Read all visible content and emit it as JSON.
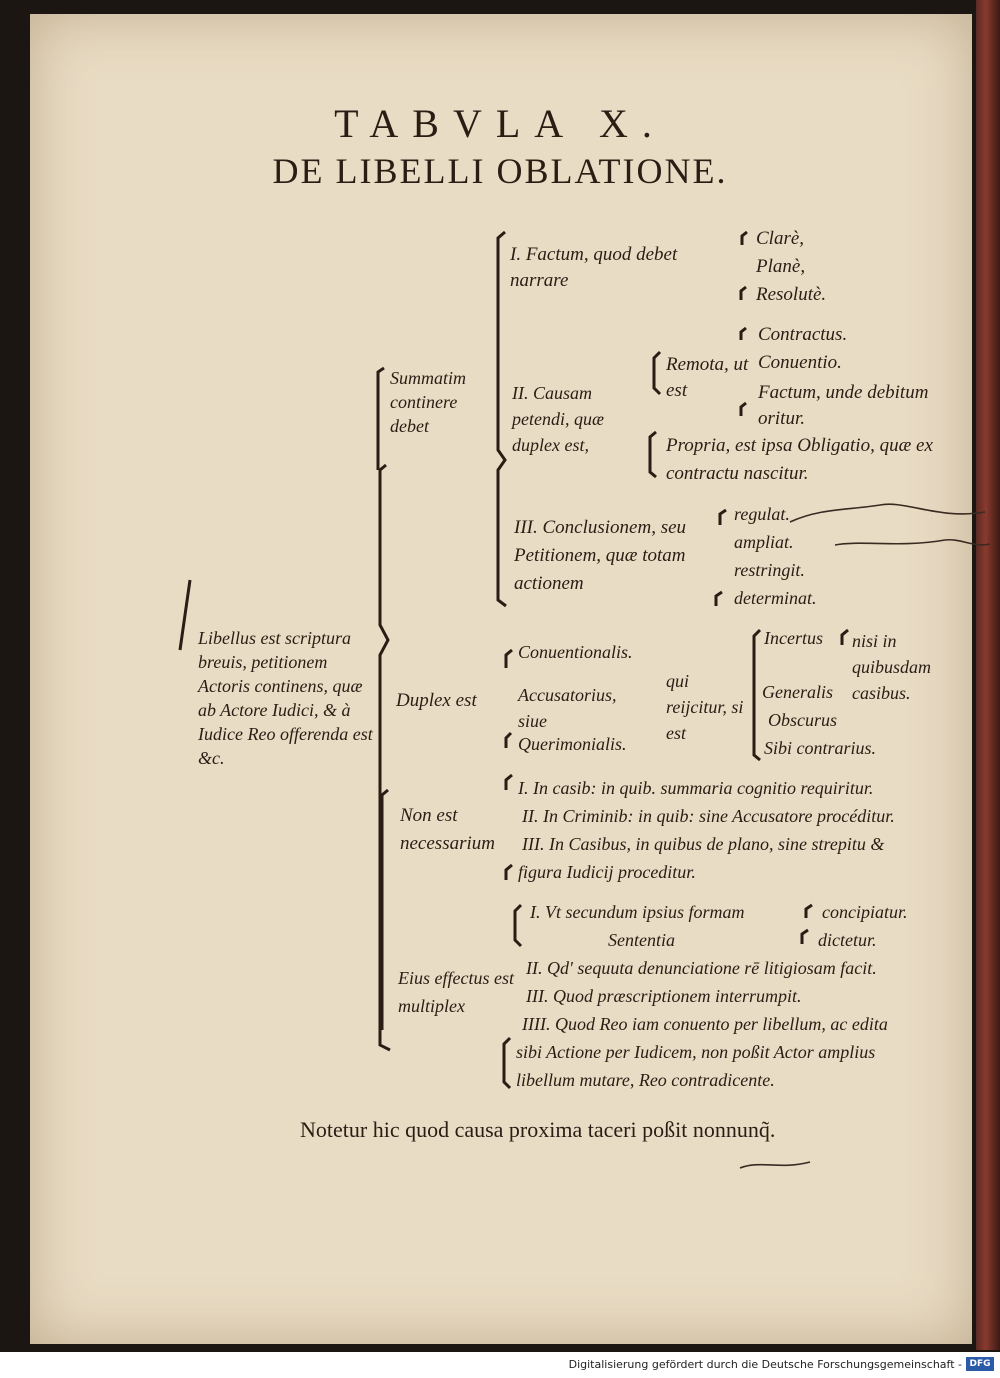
{
  "title": "TABVLA X.",
  "subtitle": "DE LIBELLI OBLATIONE.",
  "root": "Libellus est scriptura breuis, petitionem Actoris continens, quæ ab Actore Iudici, & à Iudice Reo offerenda est &c.",
  "summatim": {
    "label": "Summatim continere debet",
    "factum": "I. Factum, quod debet narrare",
    "factum_opts": [
      "Clarè,",
      "Planè,",
      "Resolutè."
    ],
    "causam": "II. Causam petendi, quæ duplex est,",
    "remota": "Remota, ut est",
    "remota_opts": [
      "Contractus.",
      "Conuentio.",
      "Factum, unde debitum oritur."
    ],
    "propria": "Propria, est ipsa Obligatio, quæ ex contractu nascitur.",
    "conclusionem": "III. Conclusionem, seu Petitionem, quæ totam actionem",
    "concl_opts": [
      "regulat.",
      "ampliat.",
      "restringit.",
      "determinat."
    ]
  },
  "duplex": {
    "label": "Duplex est",
    "kinds": [
      "Conuentionalis.",
      "Accusatorius, siue",
      "Querimonialis."
    ],
    "qui": "qui reijcitur, si est",
    "reject_opts": [
      "Incertus",
      "Generalis",
      "Obscurus",
      "Sibi contrarius."
    ],
    "nisi": "nisi in quibusdam casibus."
  },
  "non_est": {
    "label": "Non est necessarium",
    "items": [
      "I. In casib: in quib. summaria cognitio requiritur.",
      "II. In Criminib: in quib: sine Accusatore procéditur.",
      "III. In Casibus, in quibus de plano, sine strepitu &",
      "figura Iudicij proceditur."
    ]
  },
  "effectus": {
    "label": "Eius effectus est multiplex",
    "i": "I. Vt secundum ipsius formam",
    "i_sub": "Sententia",
    "i_opts": [
      "concipiatur.",
      "dictetur."
    ],
    "items": [
      "II. Qd' sequuta denunciatione rē litigiosam facit.",
      "III. Quod præscriptionem interrumpit.",
      "IIII. Quod Reo iam conuento per libellum, ac edita",
      "sibi Actione per Iudicem, non poßit Actor amplius",
      "libellum mutare, Reo contradicente."
    ]
  },
  "note": "Notetur hic quod causa proxima taceri poßit nonnunq̃.",
  "footer": "Digitalisierung gefördert durch die Deutsche Forschungsgemeinschaft -",
  "logo": "DFG"
}
